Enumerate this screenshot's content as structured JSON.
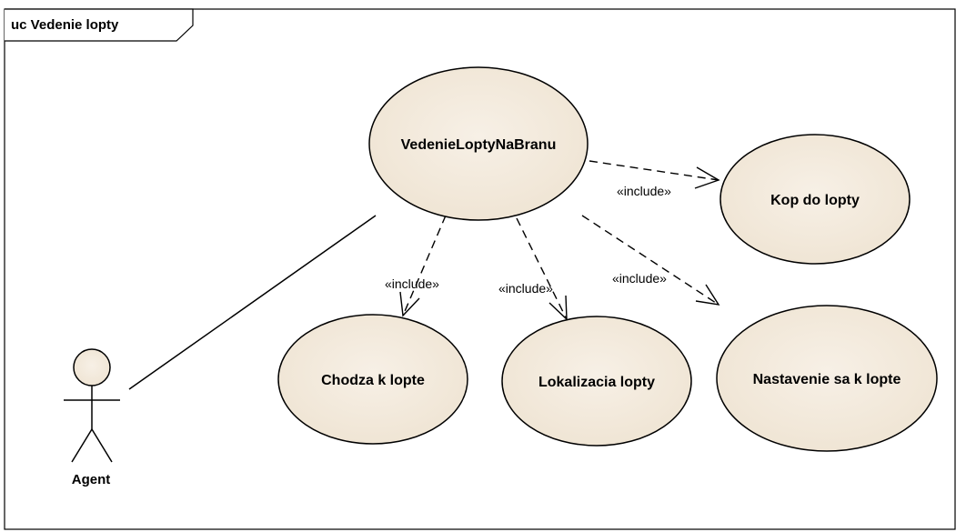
{
  "frame": {
    "title": "uc Vedenie lopty"
  },
  "actor": {
    "name": "Agent"
  },
  "use_cases": {
    "main": "VedenieLoptyNaBranu",
    "kop": "Kop do lopty",
    "chodza": "Chodza k lopte",
    "lokalizacia": "Lokalizacia lopty",
    "nastavenie": "Nastavenie sa k lopte"
  },
  "relations": {
    "kop": "«include»",
    "chodza": "«include»",
    "lokalizacia": "«include»",
    "nastavenie": "«include»"
  },
  "colors": {
    "use_case_fill": "#f0e6d7",
    "line": "#000000",
    "background": "#ffffff"
  }
}
